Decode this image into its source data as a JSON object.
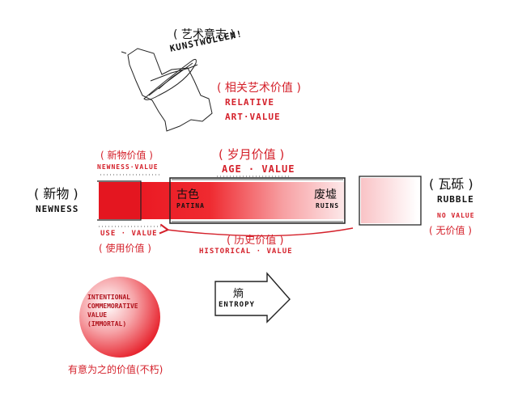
{
  "kunstwollen": {
    "zh": "( 艺术意志 )",
    "en": "KUNSTWOLLEN!"
  },
  "relative_art": {
    "zh": "( 相关艺术价值 )",
    "en_line1": "RELATIVE",
    "en_line2": "ART·VALUE"
  },
  "newness_value": {
    "zh": "( 新物价值 )",
    "en": "NEWNESS·VALUE"
  },
  "age_value": {
    "zh": "( 岁月价值 )",
    "en": "AGE · VALUE"
  },
  "newness": {
    "zh": "( 新物 )",
    "en": "NEWNESS"
  },
  "patina": {
    "zh": "古色",
    "en": "PATINA"
  },
  "ruins": {
    "zh": "废墟",
    "en": "RUINS"
  },
  "rubble": {
    "zh": "( 瓦砾 )",
    "en": "RUBBLE",
    "no_value_en": "NO VALUE",
    "no_value_zh": "( 无价值 )"
  },
  "use_value": {
    "en": "USE · VALUE",
    "zh": "( 使用价值 )"
  },
  "historical_value": {
    "zh": "( 历史价值 )",
    "en": "HISTORICAL · VALUE"
  },
  "entropy": {
    "zh": "熵",
    "en": "ENTROPY"
  },
  "intentional": {
    "lines": [
      "INTENTIONAL",
      "COMMEMORATIVE",
      "VALUE",
      "(IMMORTAL)"
    ],
    "zh": "有意为之的价值(不朽)"
  },
  "colors": {
    "red": "#d4202a",
    "dark_red": "#b0121c",
    "ink": "#111111"
  }
}
